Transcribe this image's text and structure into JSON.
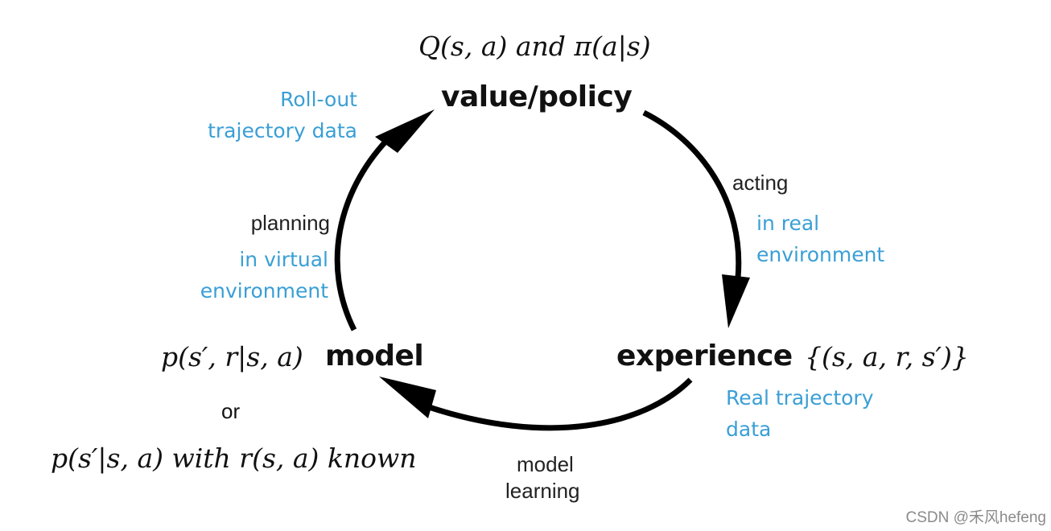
{
  "nodes": {
    "value_policy": "value/policy",
    "experience": "experience",
    "model": "model"
  },
  "formulas": {
    "value_policy_math": "Q(s, a) and π(a|s)",
    "experience_math": "{(s, a, r, s′)}",
    "model_math_1": "p(s′, r|s, a)",
    "model_or": "or",
    "model_math_2": "p(s′|s, a) with r(s, a) known"
  },
  "edges": {
    "acting": {
      "label": "acting",
      "note_line1": "in real",
      "note_line2": "environment"
    },
    "model_learning": {
      "label_line1": "model",
      "label_line2": "learning",
      "note_line1": "Real trajectory",
      "note_line2": "data"
    },
    "planning": {
      "label": "planning",
      "note_line1": "in virtual",
      "note_line2": "environment"
    },
    "rollout": {
      "note_line1": "Roll-out",
      "note_line2": "trajectory data"
    }
  },
  "colors": {
    "accent_blue": "#3a9fd6",
    "arrow": "#000000",
    "text": "#111111"
  },
  "watermark": "CSDN @禾风hefeng"
}
